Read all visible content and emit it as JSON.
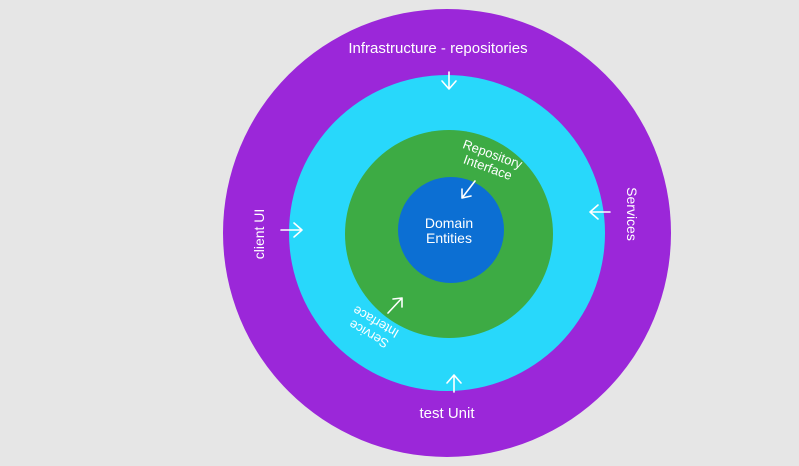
{
  "colors": {
    "background": "#e6e6e6",
    "outer_ring": "#9b27d9",
    "middle_ring": "#28d8fb",
    "inner_ring": "#3dab44",
    "core": "#0c6fd3",
    "text": "#ffffff"
  },
  "layers": {
    "outer": {
      "top_label": "Infrastructure - repositories",
      "left_label": "client UI",
      "right_label": "Services",
      "bottom_label": "test Unit"
    },
    "inner": {
      "upper_label_line1": "Repository",
      "upper_label_line2": "Interface",
      "lower_label_line1": "Service",
      "lower_label_line2": "Interface"
    },
    "core": {
      "label_line1": "Domain",
      "label_line2": "Entities"
    }
  },
  "icons": [
    "arrow-down-icon",
    "arrow-right-icon",
    "arrow-left-icon",
    "arrow-up-icon",
    "arrow-down-left-icon",
    "arrow-up-right-icon"
  ]
}
